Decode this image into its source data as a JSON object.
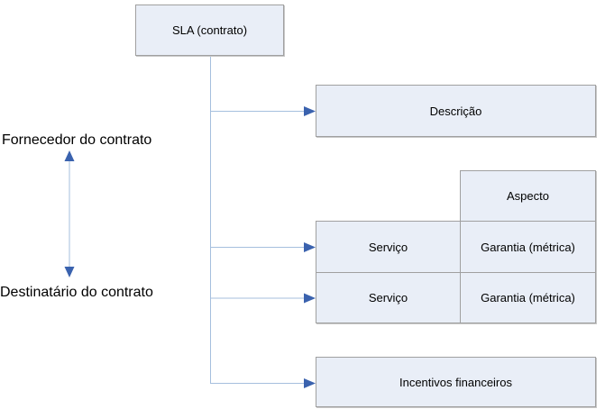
{
  "diagram": {
    "nodes": {
      "sla": {
        "label": "SLA (contrato)"
      },
      "descricao": {
        "label": "Descrição"
      },
      "aspecto": {
        "label": "Aspecto"
      },
      "servico1": {
        "label": "Serviço"
      },
      "garantia1": {
        "label": "Garantia (métrica)"
      },
      "servico2": {
        "label": "Serviço"
      },
      "garantia2": {
        "label": "Garantia (métrica)"
      },
      "incentivos": {
        "label": "Incentivos financeiros"
      }
    },
    "side_labels": {
      "provider": "Fornecedor do contrato",
      "recipient": "Destinatário do contrato"
    },
    "colors": {
      "node_fill": "#e9eef7",
      "node_border": "#a0a0a0",
      "connector_line": "#a5bfde",
      "arrowhead": "#3a62ae",
      "text": "#000000",
      "background": "#ffffff"
    }
  }
}
